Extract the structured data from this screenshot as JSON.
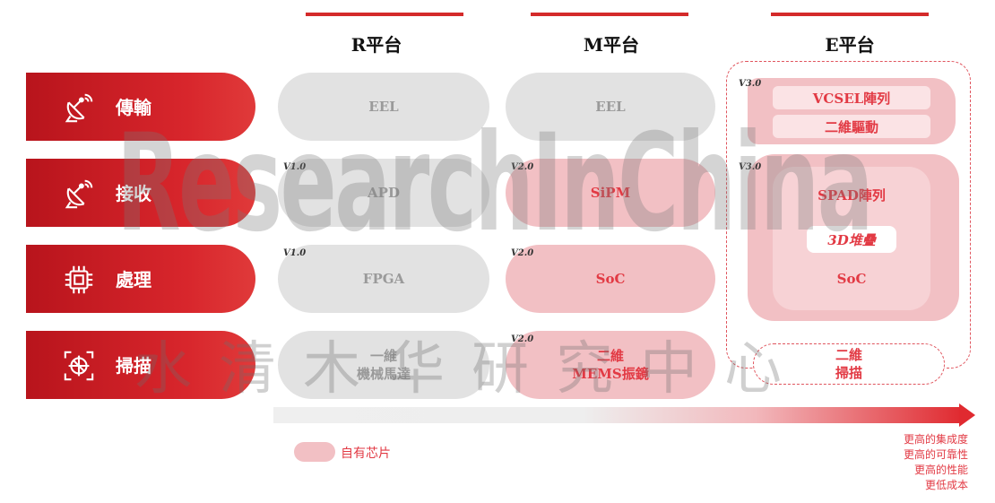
{
  "platforms": [
    "R平台",
    "M平台",
    "E平台"
  ],
  "categories": [
    "傳輸",
    "接收",
    "處理",
    "掃描"
  ],
  "icons": [
    "satellite-dish-icon",
    "satellite-dish-icon",
    "chip-icon",
    "scan-target-icon"
  ],
  "r_platform": {
    "transmit": "EEL",
    "receive": "APD",
    "receive_version": "V1.0",
    "process": "FPGA",
    "process_version": "V1.0",
    "scan": "一維\n機械馬達"
  },
  "m_platform": {
    "transmit": "EEL",
    "receive": "SiPM",
    "receive_version": "V2.0",
    "process": "SoC",
    "process_version": "V2.0",
    "scan": "二維\nMEMS振鏡",
    "scan_version": "V2.0"
  },
  "e_platform": {
    "transmit_version": "V3.0",
    "transmit_items": [
      "VCSEL陣列",
      "二維驅動"
    ],
    "receive_version": "V3.0",
    "receive": "SPAD陣列",
    "stack": "3D堆疊",
    "process": "SoC",
    "scan": "二維\n掃描"
  },
  "legend": "自有芯片",
  "benefits": [
    "更高的集成度",
    "更高的可靠性",
    "更高的性能",
    "更低成本"
  ],
  "watermark": "ResearchInChina",
  "watermark_cn": "水清木华研究中心",
  "colors": {
    "brand_red": "#d42a2a",
    "pill_pink": "#f2c0c4",
    "pill_grey": "#e2e2e2",
    "text_red": "#e23a44"
  }
}
